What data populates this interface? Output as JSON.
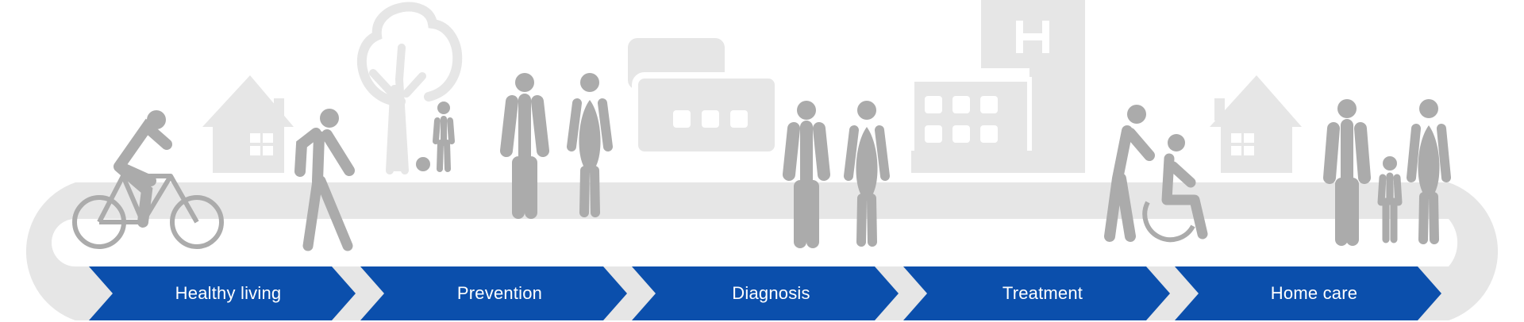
{
  "colors": {
    "bg_gray": "#e6e6e6",
    "figure_gray": "#ababab",
    "track_white": "#ffffff",
    "step_blue": "#0b4fac"
  },
  "journey": {
    "steps": [
      {
        "label": "Healthy living"
      },
      {
        "label": "Prevention"
      },
      {
        "label": "Diagnosis"
      },
      {
        "label": "Treatment"
      },
      {
        "label": "Home care"
      }
    ]
  },
  "icons": [
    "house-icon",
    "cyclist-icon",
    "walking-person-icon",
    "tree-icon",
    "child-icon",
    "doctor-male-icon",
    "nurse-female-icon",
    "chat-bubbles-icon",
    "doctor-female-icon",
    "hospital-icon",
    "assisting-person-icon",
    "wheelchair-user-icon",
    "family-icon"
  ]
}
